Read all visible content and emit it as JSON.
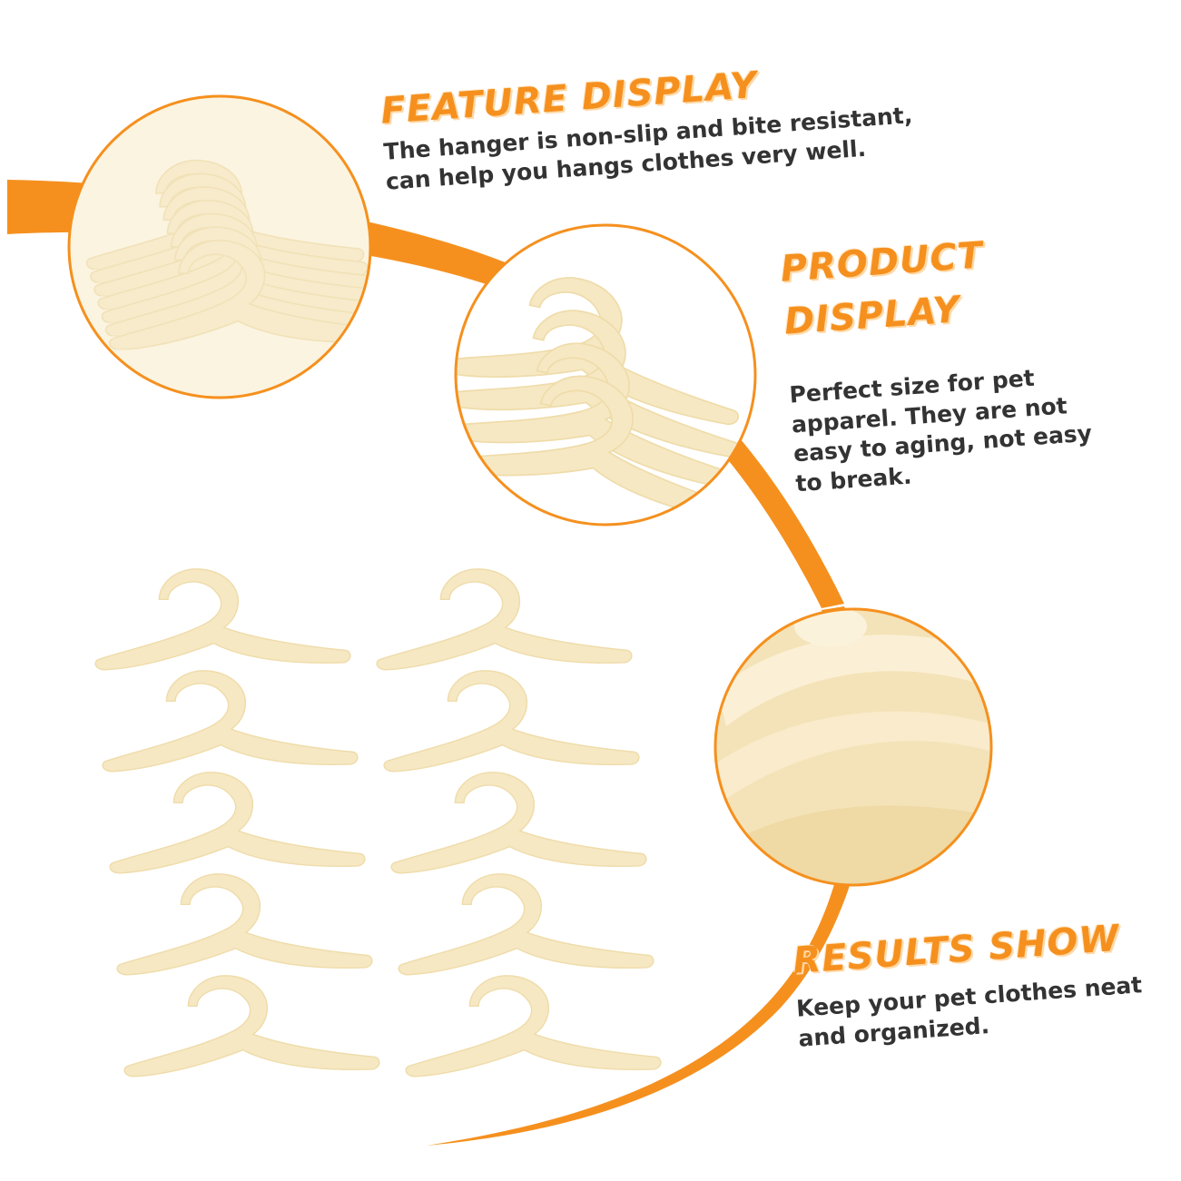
{
  "colors": {
    "accent": "#f5901e",
    "text": "#333333",
    "hanger": "#f6e8c3",
    "hanger_shade": "#e8d4a0"
  },
  "feature": {
    "title": "FEATURE DISPLAY",
    "text": "The hanger is non-slip and bite resistant, can help you hangs clothes very well."
  },
  "product": {
    "title_line1": "PRODUCT",
    "title_line2": "DISPLAY",
    "text": "Perfect size for pet apparel. They are not easy to aging, not easy to break."
  },
  "results": {
    "title": "RESULTS SHOW",
    "text": "Keep your pet clothes neat and organized."
  },
  "hanger_count": 10
}
